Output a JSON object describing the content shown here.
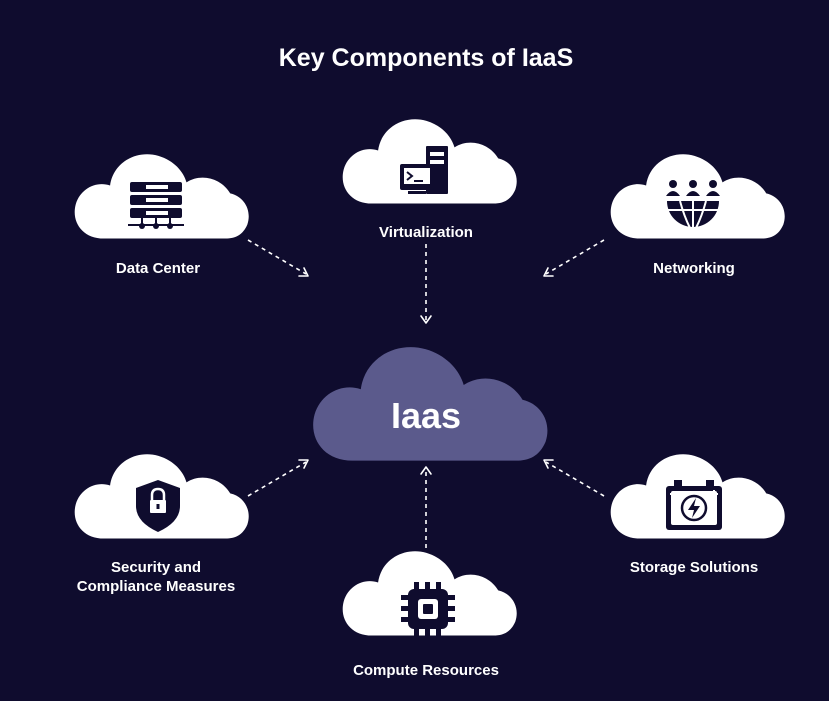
{
  "title": "Key Components of IaaS",
  "center": {
    "label": "Iaas",
    "color": "#5b5a8c"
  },
  "background_color": "#0f0c2e",
  "nodes": [
    {
      "id": "data-center",
      "label": "Data Center",
      "icon": "server-rack-icon"
    },
    {
      "id": "virtualization",
      "label": "Virtualization",
      "icon": "terminal-server-icon"
    },
    {
      "id": "networking",
      "label": "Networking",
      "icon": "network-globe-icon"
    },
    {
      "id": "security",
      "label_lines": [
        "Security and",
        "Compliance Measures"
      ],
      "icon": "lock-shield-icon"
    },
    {
      "id": "compute",
      "label": "Compute Resources",
      "icon": "cpu-chip-icon"
    },
    {
      "id": "storage",
      "label": "Storage Solutions",
      "icon": "battery-bolt-icon"
    }
  ]
}
